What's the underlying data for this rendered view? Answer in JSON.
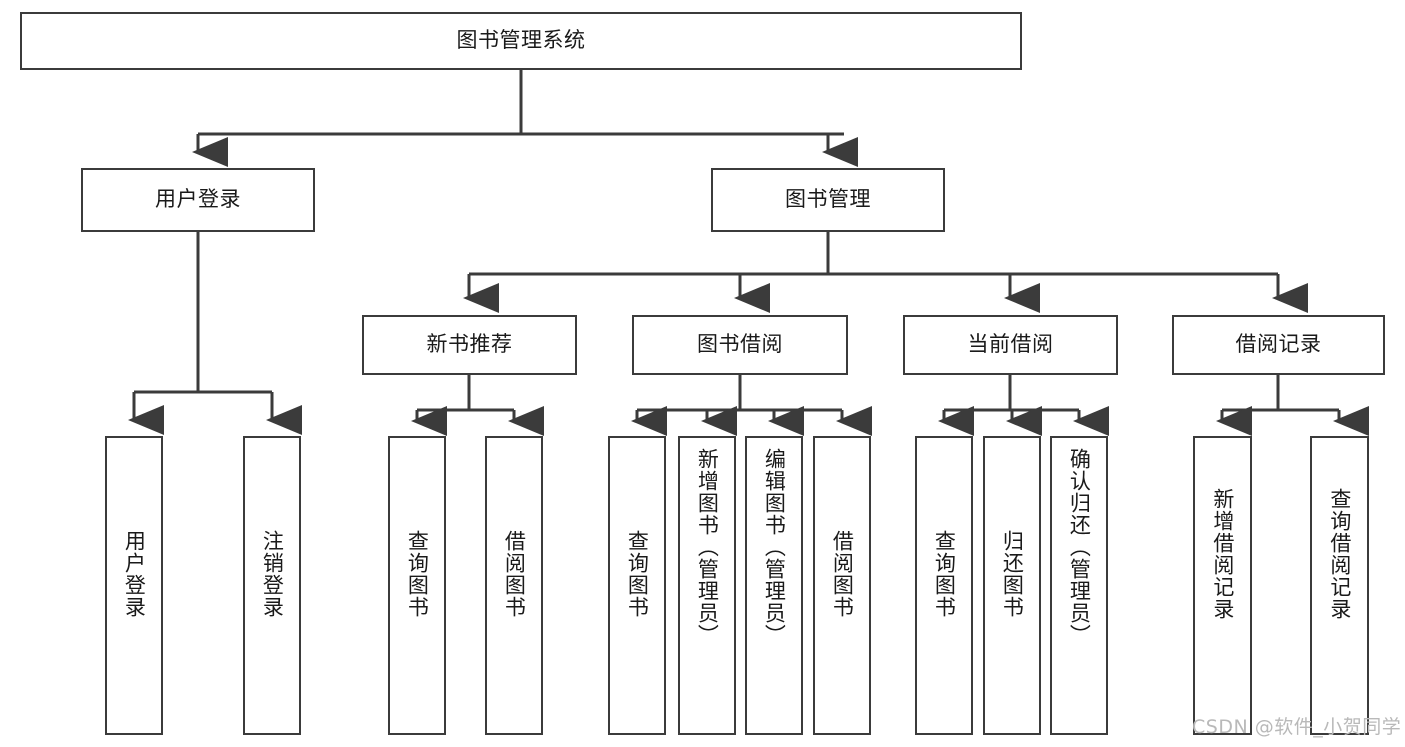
{
  "diagram": {
    "title": "图书管理系统",
    "type": "hierarchy-tree",
    "nodes": {
      "root": {
        "label": "图书管理系统"
      },
      "level2": [
        {
          "id": "user-login",
          "label": "用户登录"
        },
        {
          "id": "book-management",
          "label": "图书管理"
        }
      ],
      "level3": [
        {
          "id": "new-book-recommend",
          "label": "新书推荐"
        },
        {
          "id": "book-borrow",
          "label": "图书借阅"
        },
        {
          "id": "current-borrow",
          "label": "当前借阅"
        },
        {
          "id": "borrow-record",
          "label": "借阅记录"
        }
      ],
      "leaves": {
        "user_login": [
          {
            "id": "leaf-user-login",
            "label": "用户登录"
          },
          {
            "id": "leaf-logout-login",
            "label": "注销登录"
          }
        ],
        "new_book_recommend": [
          {
            "id": "leaf-query-book-1",
            "label": "查询图书"
          },
          {
            "id": "leaf-borrow-book-1",
            "label": "借阅图书"
          }
        ],
        "book_borrow": [
          {
            "id": "leaf-query-book-2",
            "label": "查询图书"
          },
          {
            "id": "leaf-add-book",
            "label": "新增图书（管理员）"
          },
          {
            "id": "leaf-edit-book",
            "label": "编辑图书（管理员）"
          },
          {
            "id": "leaf-borrow-book-2",
            "label": "借阅图书"
          }
        ],
        "current_borrow": [
          {
            "id": "leaf-query-book-3",
            "label": "查询图书"
          },
          {
            "id": "leaf-return-book",
            "label": "归还图书"
          },
          {
            "id": "leaf-confirm-return",
            "label": "确认归还（管理员）"
          }
        ],
        "borrow_record": [
          {
            "id": "leaf-add-record",
            "label": "新增借阅记录"
          },
          {
            "id": "leaf-query-record",
            "label": "查询借阅记录"
          }
        ]
      }
    },
    "colors": {
      "border": "#3b3b3b",
      "background": "#ffffff",
      "text": "#1a1a1a",
      "watermark": "#b9b9b9"
    }
  },
  "watermark": {
    "text": "CSDN @软件_小贺同学"
  }
}
